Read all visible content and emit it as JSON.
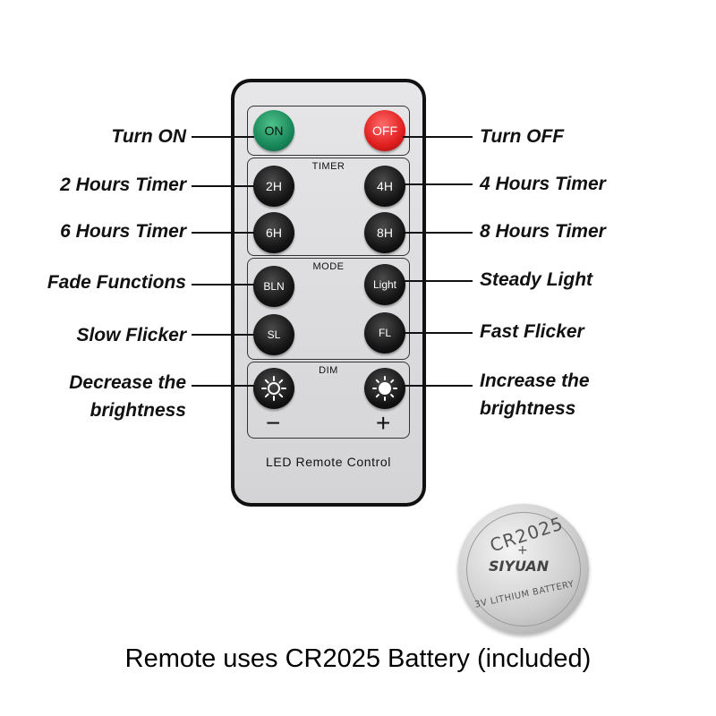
{
  "remote": {
    "sections": {
      "timer": "TIMER",
      "mode": "MODE",
      "dim": "DIM"
    },
    "buttons": {
      "on": "ON",
      "off": "OFF",
      "h2": "2H",
      "h4": "4H",
      "h6": "6H",
      "h8": "8H",
      "bln": "BLN",
      "light": "Light",
      "sl": "SL",
      "fl": "FL"
    },
    "dim_minus": "−",
    "dim_plus": "+",
    "label": "LED Remote Control"
  },
  "labels": {
    "turn_on": "Turn ON",
    "turn_off": "Turn OFF",
    "timer_2h": "2 Hours Timer",
    "timer_4h": "4 Hours Timer",
    "timer_6h": "6 Hours Timer",
    "timer_8h": "8 Hours Timer",
    "fade": "Fade Functions",
    "steady": "Steady Light",
    "slow": "Slow Flicker",
    "fast": "Fast Flicker",
    "decrease_1": "Decrease the",
    "decrease_2": "brightness",
    "increase_1": "Increase the",
    "increase_2": "brightness"
  },
  "battery": {
    "model": "CR2025",
    "brand": "SIYUAN",
    "plus": "+",
    "voltage_type": "3V LITHIUM BATTERY"
  },
  "caption": "Remote uses CR2025 Battery (included)",
  "colors": {
    "on_button": "#18875a",
    "off_button": "#e01e1e",
    "body": "#111111"
  },
  "icons": {
    "dim_down": "sun-outline-icon",
    "dim_up": "sun-filled-icon"
  }
}
